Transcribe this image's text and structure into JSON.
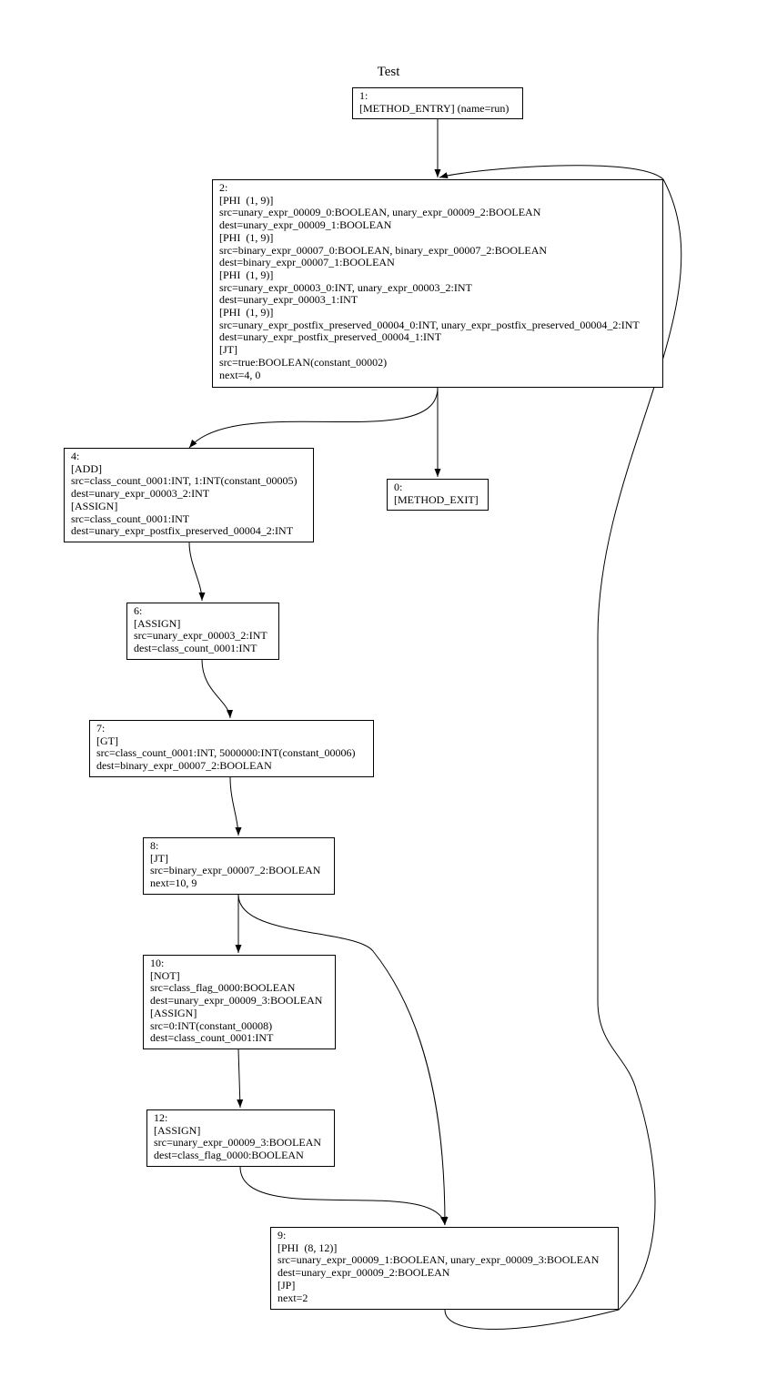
{
  "title": "Test",
  "nodes": [
    {
      "id": "n1",
      "lines": [
        "1:",
        "[METHOD_ENTRY] (name=run)"
      ]
    },
    {
      "id": "n2",
      "lines": [
        "2:",
        "[PHI  (1, 9)]",
        "src=unary_expr_00009_0:BOOLEAN, unary_expr_00009_2:BOOLEAN",
        "dest=unary_expr_00009_1:BOOLEAN",
        "[PHI  (1, 9)]",
        "src=binary_expr_00007_0:BOOLEAN, binary_expr_00007_2:BOOLEAN",
        "dest=binary_expr_00007_1:BOOLEAN",
        "[PHI  (1, 9)]",
        "src=unary_expr_00003_0:INT, unary_expr_00003_2:INT",
        "dest=unary_expr_00003_1:INT",
        "[PHI  (1, 9)]",
        "src=unary_expr_postfix_preserved_00004_0:INT, unary_expr_postfix_preserved_00004_2:INT",
        "dest=unary_expr_postfix_preserved_00004_1:INT",
        "[JT]",
        "src=true:BOOLEAN(constant_00002)",
        "next=4, 0"
      ]
    },
    {
      "id": "n4",
      "lines": [
        "4:",
        "[ADD]",
        "src=class_count_0001:INT, 1:INT(constant_00005)",
        "dest=unary_expr_00003_2:INT",
        "[ASSIGN]",
        "src=class_count_0001:INT",
        "dest=unary_expr_postfix_preserved_00004_2:INT"
      ]
    },
    {
      "id": "n0",
      "lines": [
        "0:",
        "[METHOD_EXIT]"
      ]
    },
    {
      "id": "n6",
      "lines": [
        "6:",
        "[ASSIGN]",
        "src=unary_expr_00003_2:INT",
        "dest=class_count_0001:INT"
      ]
    },
    {
      "id": "n7",
      "lines": [
        "7:",
        "[GT]",
        "src=class_count_0001:INT, 5000000:INT(constant_00006)",
        "dest=binary_expr_00007_2:BOOLEAN"
      ]
    },
    {
      "id": "n8",
      "lines": [
        "8:",
        "[JT]",
        "src=binary_expr_00007_2:BOOLEAN",
        "next=10, 9"
      ]
    },
    {
      "id": "n10",
      "lines": [
        "10:",
        "[NOT]",
        "src=class_flag_0000:BOOLEAN",
        "dest=unary_expr_00009_3:BOOLEAN",
        "[ASSIGN]",
        "src=0:INT(constant_00008)",
        "dest=class_count_0001:INT"
      ]
    },
    {
      "id": "n12",
      "lines": [
        "12:",
        "[ASSIGN]",
        "src=unary_expr_00009_3:BOOLEAN",
        "dest=class_flag_0000:BOOLEAN"
      ]
    },
    {
      "id": "n9",
      "lines": [
        "9:",
        "[PHI  (8, 12)]",
        "src=unary_expr_00009_1:BOOLEAN, unary_expr_00009_3:BOOLEAN",
        "dest=unary_expr_00009_2:BOOLEAN",
        "[JP]",
        "next=2"
      ]
    }
  ],
  "edges": [
    {
      "from": "n1",
      "to": "n2"
    },
    {
      "from": "n2",
      "to": "n4"
    },
    {
      "from": "n2",
      "to": "n0"
    },
    {
      "from": "n4",
      "to": "n6"
    },
    {
      "from": "n6",
      "to": "n7"
    },
    {
      "from": "n7",
      "to": "n8"
    },
    {
      "from": "n8",
      "to": "n10"
    },
    {
      "from": "n8",
      "to": "n9"
    },
    {
      "from": "n10",
      "to": "n12"
    },
    {
      "from": "n12",
      "to": "n9"
    },
    {
      "from": "n9",
      "to": "n2"
    }
  ]
}
